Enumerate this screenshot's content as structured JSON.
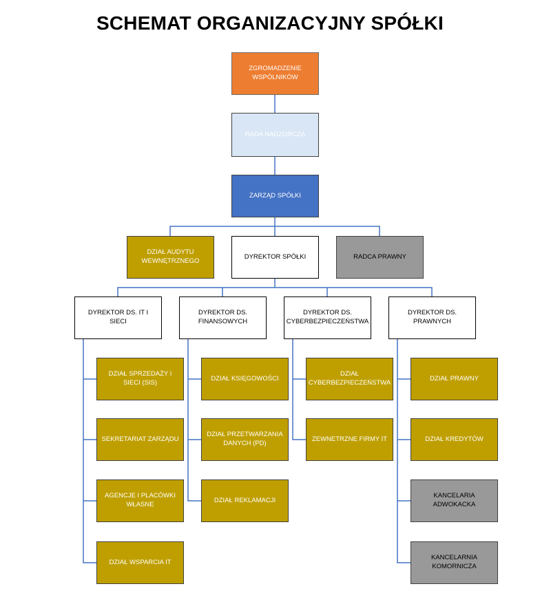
{
  "title": "SCHEMAT ORGANIZACYJNY SPÓŁKI",
  "colors": {
    "orange": "#ED7D31",
    "light_blue": "#D9E6F5",
    "blue": "#4472C4",
    "olive": "#BF9F00",
    "white": "#FFFFFF",
    "gray": "#999999",
    "connector": "#4472C4"
  },
  "top": {
    "assembly": "ZGROMADZENIE WSPÓLNIKÓW",
    "board": "RADA NADZORCZA",
    "management": "ZARZĄD SPÓŁKI"
  },
  "level2": {
    "audit": "DZIAŁ AUDYTU WEWNĘTRZNEGO",
    "director": "DYREKTOR SPÓŁKI",
    "legal_counsel": "RADCA PRAWNY"
  },
  "directors": [
    {
      "title": "DYREKTOR DS. IT I SIECI",
      "units": [
        "DZIAŁ SPRZEDAŻY I SIECI (SIS)",
        "SEKRETARIAT ZARZĄDU",
        "AGENCJE I PLACÓWKI WŁASNE",
        "DZIAŁ WSPARCIA IT"
      ]
    },
    {
      "title": "DYREKTOR DS. FINANSOWYCH",
      "units": [
        "DZIAŁ KSIĘGOWOŚCI",
        "DZIAŁ PRZETWARZANIA DANYCH (PD)",
        "DZIAŁ REKLAMACJI"
      ]
    },
    {
      "title": "DYREKTOR DS. CYBERBEZPIECZEŃSTWA",
      "units": [
        "DZIAŁ CYBERBEZPIECZEŃSTWA",
        "ZEWNETRZNE FIRMY IT"
      ]
    },
    {
      "title": "DYREKTOR DS. PRAWNYCH",
      "units": [
        "DZIAŁ PRAWNY",
        "DZIAŁ KREDYTÓW",
        "KANCELARIA ADWOKACKA",
        "KANCELARNIA KOMORNICZA"
      ]
    }
  ]
}
